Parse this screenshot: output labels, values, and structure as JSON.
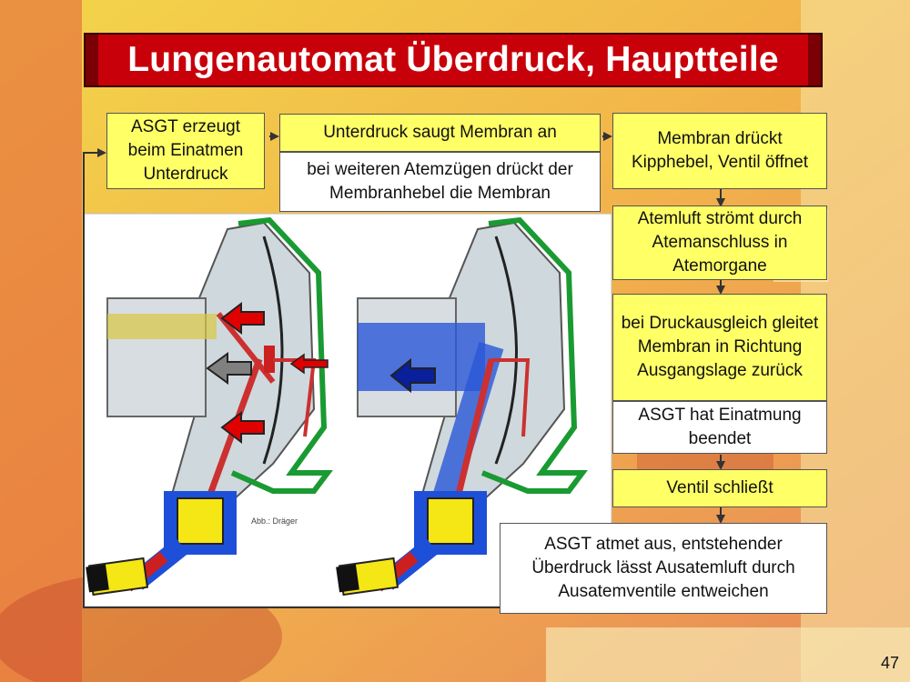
{
  "title": "Lungenautomat Überdruck, Hauptteile",
  "page_number": "47",
  "credit": "Abb.: Dräger",
  "boxes": {
    "b1": "ASGT erzeugt beim Einatmen Unterdruck",
    "b2": "Unterdruck saugt Membran an",
    "b3": "bei weiteren Atemzügen drückt der Membranhebel die Membran",
    "b4": "Membran drückt Kipphebel, Ventil öffnet",
    "b5": "Atemluft strömt durch Atemanschluss in Atemorgane",
    "b6": "bei Druckausgleich gleitet Membran in Richtung Ausgangslage zurück",
    "b7": "ASGT hat Einatmung beendet",
    "b8": "Ventil schließt",
    "b9": "ASGT atmet aus, entstehender Überdruck lässt Ausatemluft durch Ausatemventile entweichen"
  },
  "colors": {
    "title_bg": "#c8000a",
    "box_yellow": "#ffff66",
    "arrow_red": "#e00000",
    "arrow_grey": "#808080",
    "arrow_blue": "#0a1f9a"
  }
}
